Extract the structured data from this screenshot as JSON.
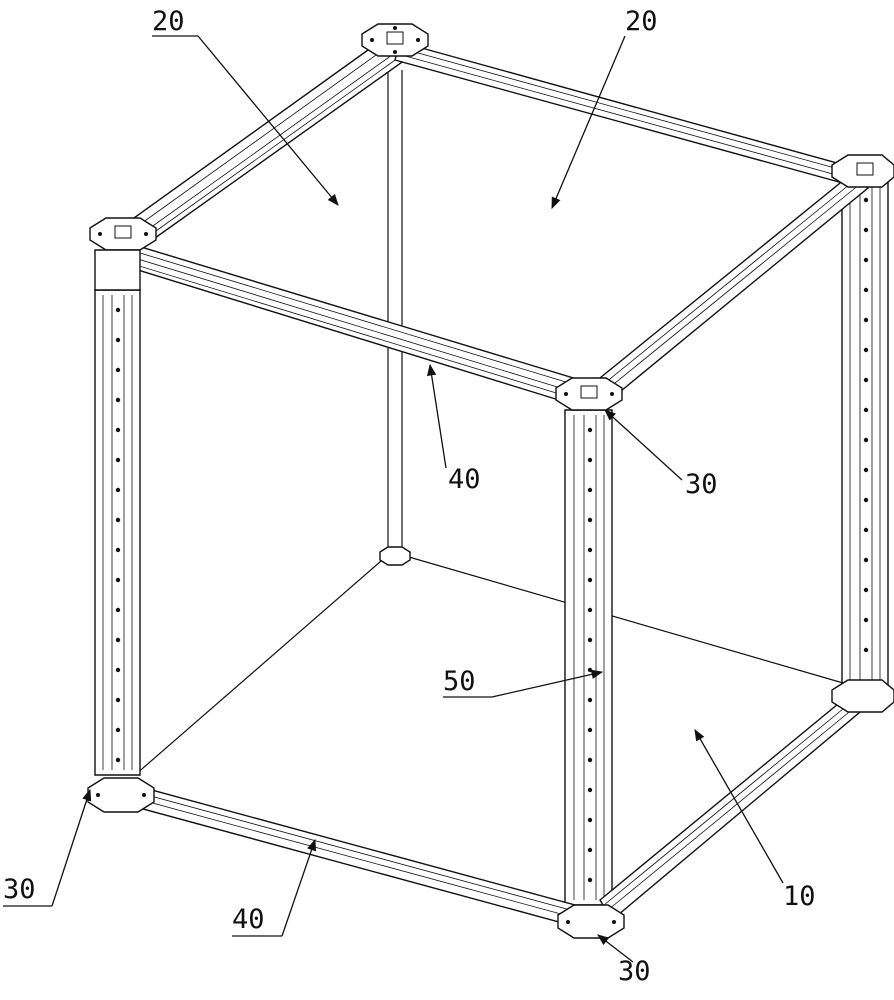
{
  "figure": {
    "labels": {
      "panel_left": "20",
      "panel_right": "20",
      "beam_top": "40",
      "joint_top": "30",
      "stud": "50",
      "base_panel": "10",
      "joint_bottom_left": "30",
      "beam_bottom": "40",
      "joint_bottom": "30"
    }
  }
}
